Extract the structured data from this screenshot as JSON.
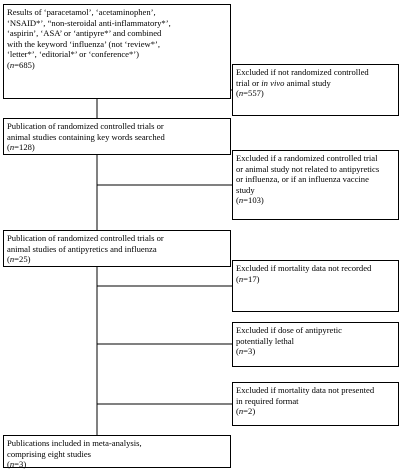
{
  "boxes": {
    "results": {
      "lines": [
        [
          {
            "t": "Results of ‘paracetamol’, ‘acetaminophen’,"
          }
        ],
        [
          {
            "t": "‘NSAID*’, “non-steroidal anti-inflammatory*’,"
          }
        ],
        [
          {
            "t": "‘aspirin’, ‘ASA’ or ‘antipyre*’ and combined"
          }
        ],
        [
          {
            "t": "with the keyword ‘influenza’ (not ‘review*’,"
          }
        ],
        [
          {
            "t": "‘letter*’, ‘editorial*’ or ‘conference*’)"
          }
        ],
        [
          {
            "t": "(",
            "i": false
          },
          {
            "t": "n",
            "i": true
          },
          {
            "t": "=685)",
            "i": false
          }
        ]
      ]
    },
    "excluded_not_rct": {
      "lines": [
        [
          {
            "t": "Excluded if not randomized controlled"
          }
        ],
        [
          {
            "t": "trial or "
          },
          {
            "t": "in vivo",
            "i": true
          },
          {
            "t": " animal study"
          }
        ],
        [
          {
            "t": "("
          },
          {
            "t": "n",
            "i": true
          },
          {
            "t": "=557)"
          }
        ]
      ]
    },
    "publication_rct": {
      "lines": [
        [
          {
            "t": "Publication of randomized controlled trials or"
          }
        ],
        [
          {
            "t": "animal studies containing key words searched"
          }
        ],
        [
          {
            "t": "("
          },
          {
            "t": "n",
            "i": true
          },
          {
            "t": "=128)"
          }
        ]
      ]
    },
    "excluded_not_related": {
      "lines": [
        [
          {
            "t": "Excluded if a randomized controlled trial"
          }
        ],
        [
          {
            "t": "or animal study not related to antipyretics"
          }
        ],
        [
          {
            "t": "or influenza, or if an influenza vaccine"
          }
        ],
        [
          {
            "t": "study"
          }
        ],
        [
          {
            "t": "("
          },
          {
            "t": "n",
            "i": true
          },
          {
            "t": "=103)"
          }
        ]
      ]
    },
    "publication_antipyretics": {
      "lines": [
        [
          {
            "t": "Publication of randomized controlled trials or"
          }
        ],
        [
          {
            "t": "animal studies of antipyretics and influenza"
          }
        ],
        [
          {
            "t": "("
          },
          {
            "t": "n",
            "i": true
          },
          {
            "t": "=25)"
          }
        ]
      ]
    },
    "excluded_mortality": {
      "lines": [
        [
          {
            "t": "Excluded if mortality data not recorded"
          }
        ],
        [
          {
            "t": "("
          },
          {
            "t": "n",
            "i": true
          },
          {
            "t": "=17)"
          }
        ]
      ]
    },
    "excluded_dose": {
      "lines": [
        [
          {
            "t": "Excluded if dose of antipyretic"
          }
        ],
        [
          {
            "t": "potentially lethal"
          }
        ],
        [
          {
            "t": "("
          },
          {
            "t": "n",
            "i": true
          },
          {
            "t": "=3)"
          }
        ]
      ]
    },
    "excluded_format": {
      "lines": [
        [
          {
            "t": "Excluded if mortality data not presented"
          }
        ],
        [
          {
            "t": "in required format"
          }
        ],
        [
          {
            "t": "("
          },
          {
            "t": "n",
            "i": true
          },
          {
            "t": "=2)"
          }
        ]
      ]
    },
    "final": {
      "lines": [
        [
          {
            "t": "Publications included in meta-analysis,"
          }
        ],
        [
          {
            "t": "comprising eight studies"
          }
        ],
        [
          {
            "t": "("
          },
          {
            "t": "n",
            "i": true
          },
          {
            "t": "=3)"
          }
        ]
      ]
    }
  },
  "style": {
    "line_color": "#000000",
    "box_border_color": "#000000",
    "background": "#ffffff"
  }
}
